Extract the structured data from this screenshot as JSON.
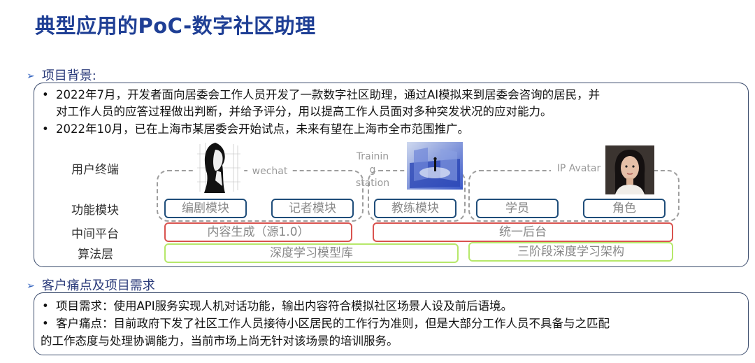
{
  "page_title": "典型应用的PoC-数字社区助理",
  "background": {
    "heading": "项目背景:",
    "bullets": [
      "2022年7月，开发者面向居委会工作人员开发了一款数字社区助理，通过AI模拟来到居委会咨询的居民，并",
      "对工作人员的应答过程做出判断，并给予评分，用以提高工作人员面对多种突发状况的应对能力。",
      "2022年10月，已在上海市某居委会开始试点，未来有望在上海市全市范围推广。"
    ]
  },
  "diagram": {
    "layers": {
      "terminal": "用户终端",
      "module": "功能模块",
      "platform": "中间平台",
      "algorithm": "算法层"
    },
    "terminals": {
      "wechat": "wechat",
      "training": [
        "Trainin",
        "g",
        "station"
      ],
      "ip_avatar": "IP Avatar"
    },
    "modules": [
      "编剧模块",
      "记者模块",
      "教练模块",
      "学员",
      "角色"
    ],
    "platform": {
      "content": "内容生成（源1.0）",
      "backend": "统一后台"
    },
    "algorithm": {
      "library": "深度学习模型库",
      "framework": "三阶段深度学习架构"
    }
  },
  "needs": {
    "heading": "客户痛点及项目需求",
    "bullets": [
      "项目需求：使用API服务实现人机对话功能，输出内容符合模拟社区场景人设及前后语境。",
      "客户痛点：目前政府下发了社区工作人员接待小区居民的工作行为准则，但是大部分工作人员不具备与之匹配",
      "的工作态度与处理协调能力，当前市场上尚无针对该场景的培训服务。"
    ]
  },
  "colors": {
    "title": "#1f3f95",
    "module_border": "#1f4d7a",
    "platform_border": "#d9534f",
    "algorithm_border": "#b6e86a"
  }
}
